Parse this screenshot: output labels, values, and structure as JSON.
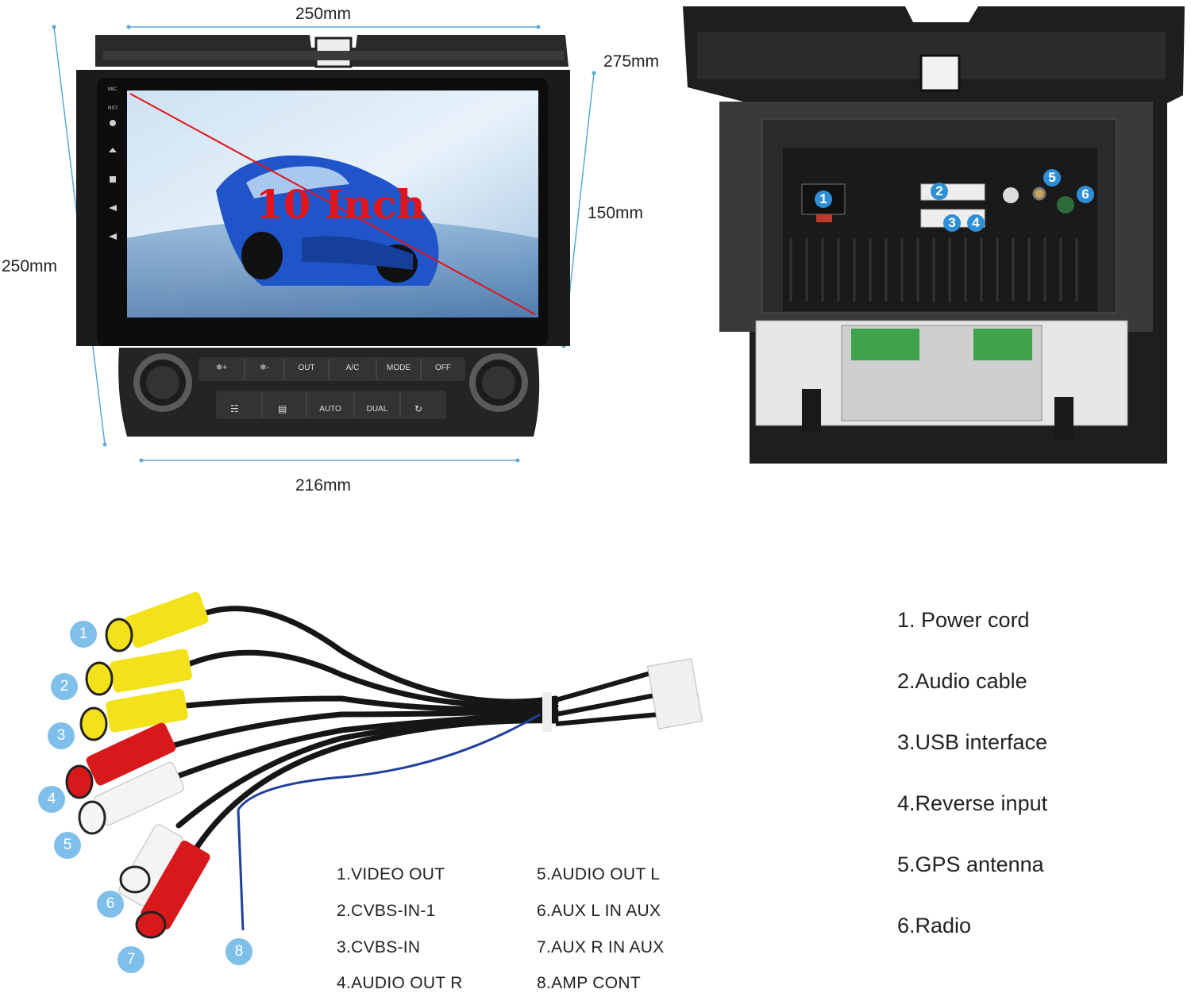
{
  "dimensions": {
    "top_width": "250mm",
    "top_right": "275mm",
    "left_height": "250mm",
    "right_height": "150mm",
    "bottom_width": "216mm"
  },
  "screen": {
    "title": "10 Inch",
    "side_labels": [
      "MIC",
      "RST"
    ]
  },
  "climate_buttons": {
    "row1": [
      "❄+",
      "❄-",
      "OUT",
      "A/C",
      "MODE",
      "OFF"
    ],
    "row2": [
      "",
      "",
      "AUTO",
      "DUAL",
      ""
    ]
  },
  "rear_badges": [
    "1",
    "2",
    "3",
    "4",
    "5",
    "6"
  ],
  "rear_legend": [
    "1. Power cord",
    "2.Audio cable",
    "3.USB interface",
    "4.Reverse input",
    "5.GPS antenna",
    "6.Radio"
  ],
  "cable_callouts": [
    "1",
    "2",
    "3",
    "4",
    "5",
    "6",
    "7",
    "8"
  ],
  "cable_legend_left": [
    "1.VIDEO OUT",
    "2.CVBS-IN-1",
    "3.CVBS-IN",
    "4.AUDIO OUT R"
  ],
  "cable_legend_right": [
    "5.AUDIO OUT L",
    "6.AUX L IN AUX",
    "7.AUX R IN AUX",
    "8.AMP CONT"
  ],
  "colors": {
    "callout_blue": "#7fc0ea",
    "badge_blue": "#2f8fd6",
    "overlay_red": "#e0141a",
    "rca_yellow": "#f3e21a",
    "rca_red": "#d7191c",
    "rca_white": "#f4f4f4"
  }
}
